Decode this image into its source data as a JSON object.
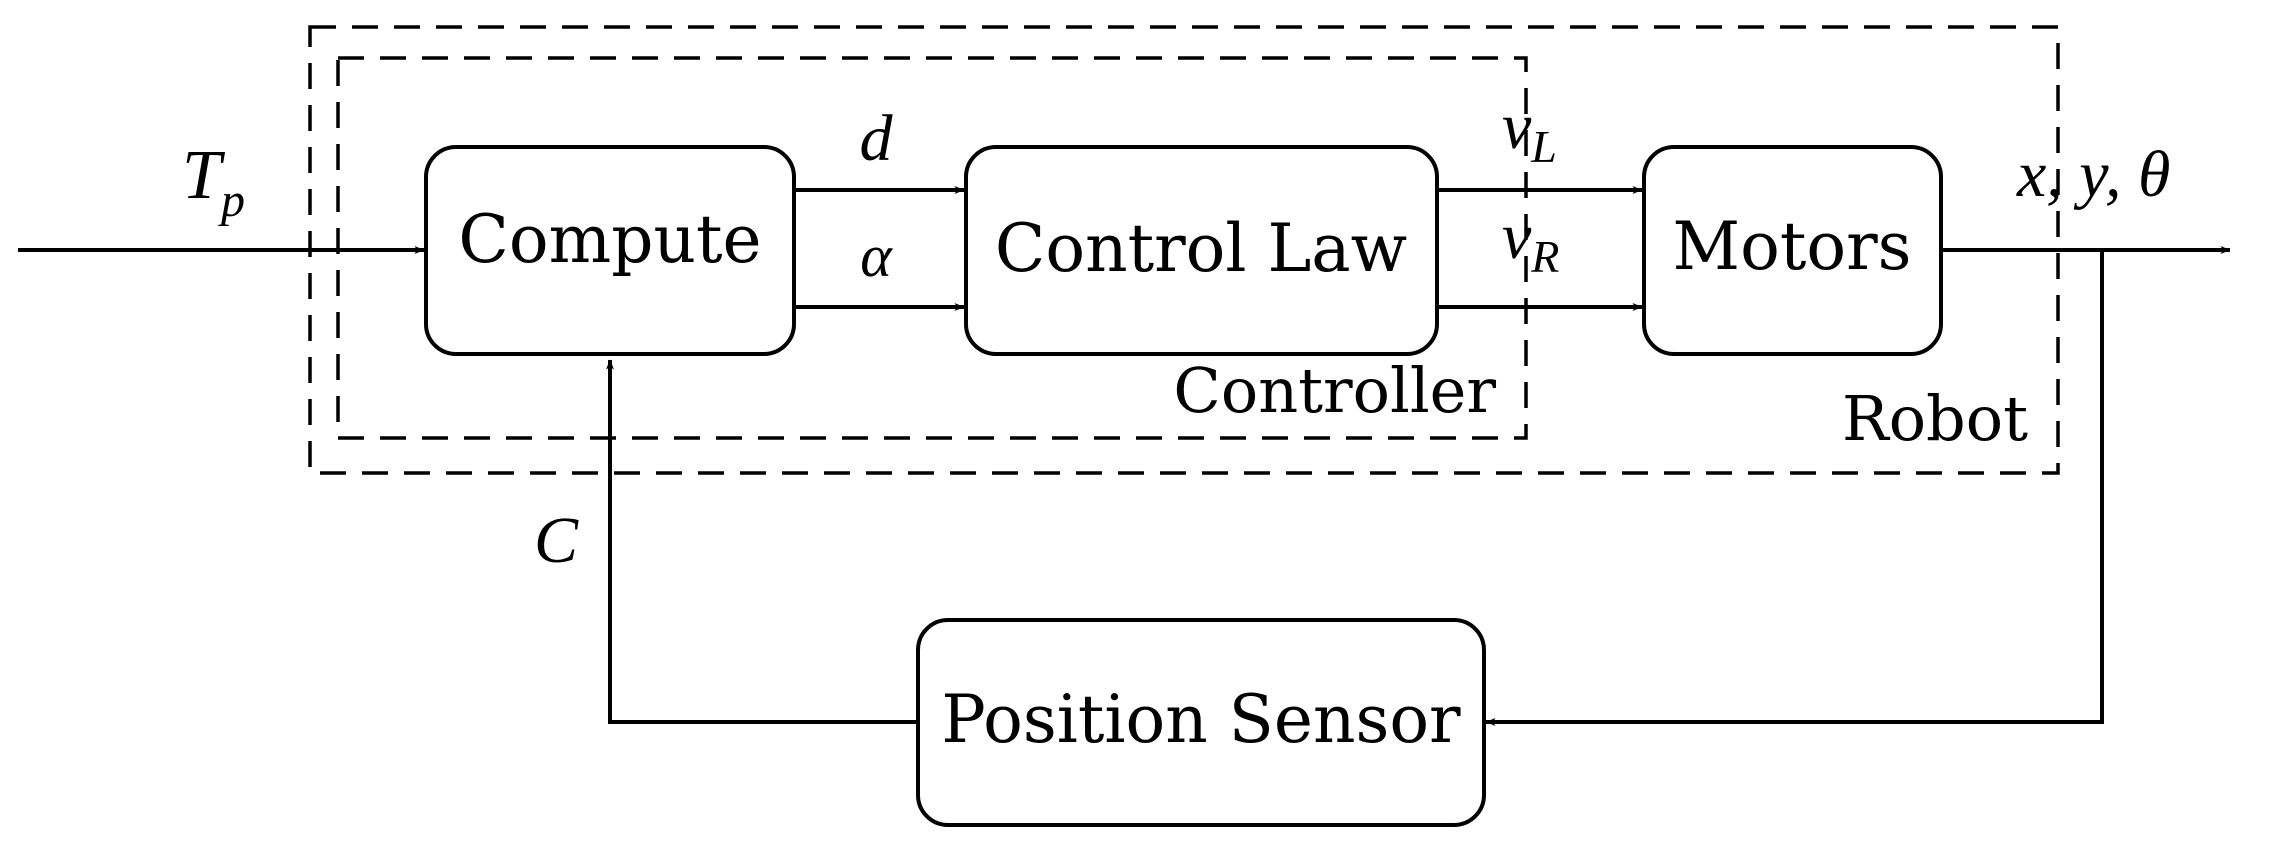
{
  "diagram": {
    "blocks": {
      "compute": "Compute",
      "control_law": "Control Law",
      "motors": "Motors",
      "position_sensor": "Position Sensor"
    },
    "groups": {
      "controller": "Controller",
      "robot": "Robot"
    },
    "signals": {
      "input": {
        "base": "T",
        "sub": "p"
      },
      "distance": "d",
      "angle": "α",
      "left_velocity": {
        "base": "v",
        "sub": "L"
      },
      "right_velocity": {
        "base": "v",
        "sub": "R"
      },
      "output": "x, y, θ",
      "feedback": "C"
    },
    "colors": {
      "control_law_fill": "#ffcccc",
      "stroke": "#000000"
    }
  }
}
